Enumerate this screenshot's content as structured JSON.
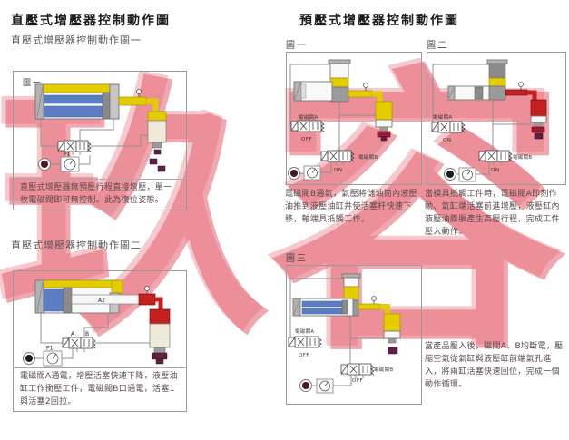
{
  "watermark": {
    "char1": "玖",
    "char2": "容",
    "color_light": "#f6c9ce",
    "color_strong": "#e4606e"
  },
  "left_column": {
    "heading": "直壓式增壓器控制動作圖",
    "subheading1": "直壓式增壓器控制動作圖一",
    "subheading2": "直壓式增壓器控制動作圖二",
    "fig1": {
      "label": "圖一",
      "gauge_label": "P1",
      "caption": "直壓式增壓器無預壓行程直接增壓，單一枚電磁閥即可無控制。此為復位姿態。"
    },
    "fig2": {
      "rod_label": "A2",
      "port_a": "A",
      "port_b": "B",
      "gauge_label": "P1",
      "caption": "電磁閥A通電，增壓活塞快速下降，液壓油缸工作衝壓工件，電磁閥B口通電，活塞1與活塞2回拉。"
    }
  },
  "right_column": {
    "heading": "預壓式增壓器控制動作圖",
    "fig1": {
      "label": "圖一",
      "valve_a": "電磁閥A",
      "state_a": "OFF",
      "valve_b": "電磁閥B",
      "state_b": "ON",
      "caption": "電磁閥B通氣，氣壓將儲油筒內液壓油推到液壓油缸并使活塞杆快速下移，軸端具抵觸工作。"
    },
    "fig2": {
      "label": "圖二",
      "valve_a": "電磁閥A",
      "state_a": "ON",
      "valve_b": "電磁閥B",
      "state_b": "ON",
      "caption": "當模具抵觸工件時，電磁閥A即刻作動、氣缸端活塞前進增壓，液壓缸內液壓油膨脹產生高壓行程，完成工件壓入動作。"
    },
    "fig3": {
      "label": "圖三",
      "valve_a": "電磁閥A",
      "state_a": "OFF",
      "valve_b": "電磁閥B",
      "state_b": "OFF",
      "caption": "當產品壓入後，磁閥A、B均斷電，壓縮空氣從氣缸與液壓缸前端氣孔進入，將兩缸活塞快速回位，完成一個動作循環。"
    }
  },
  "colors": {
    "cylinder_yellow": "#e3cd00",
    "cylinder_blue": "#5b7ec2",
    "pressure_red": "#c42020",
    "clamp_purple": "#5c2145",
    "pipe_gray": "#909090"
  }
}
